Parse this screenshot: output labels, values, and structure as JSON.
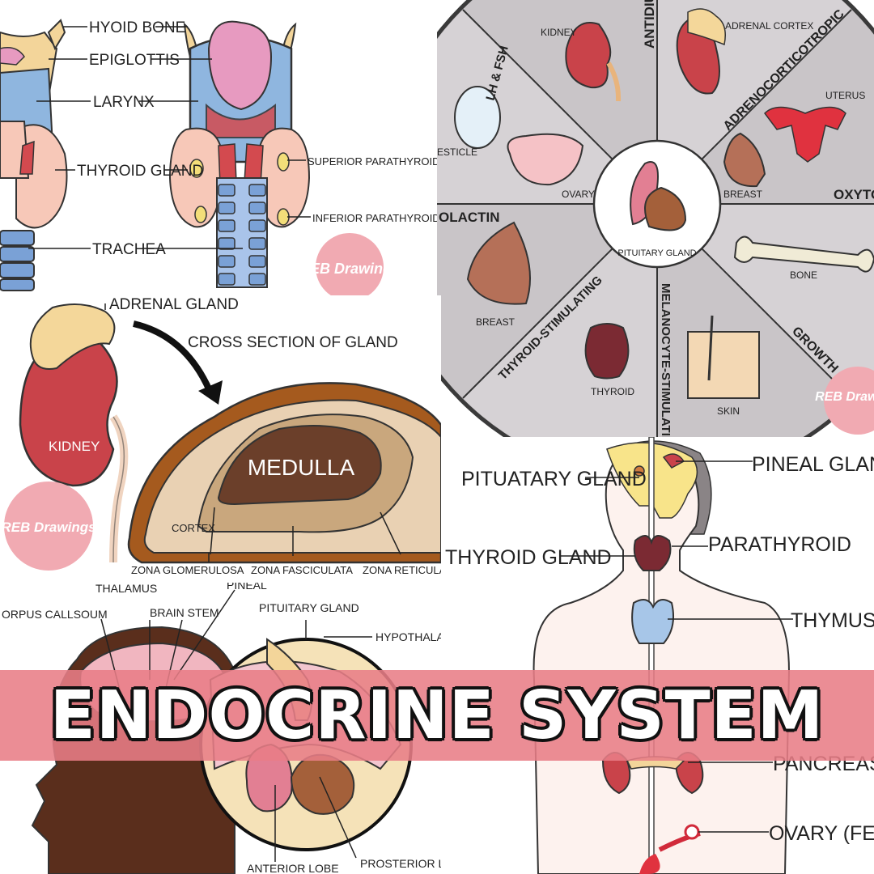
{
  "throat": {
    "labels": {
      "hyoid": "HYOID BONE",
      "epiglottis": "EPIGLOTTIS",
      "larynx": "LARYNX",
      "thyroid": "THYROID GLAND",
      "trachea": "TRACHEA",
      "superior_parathyroid": "SUPERIOR PARATHYROID GLAND",
      "inferior_parathyroid": "INFERIOR PARATHYROID GLAND"
    },
    "watermark": "REB Drawings"
  },
  "wheel": {
    "center_label": "PITUITARY GLAND",
    "sector_titles": {
      "antidiuretic": "ANTIDIUR",
      "adrenocorticotropic": "ADRENOCORTICOTROPIC",
      "oxytocin": "OXYTOC",
      "growth": "GROWTH",
      "melanocyte": "MELANOCYTE-STIMULATING",
      "thyroid_stimulating": "THYROID-STIMULATING",
      "prolactin": "OLACTIN",
      "lh_fsh": "LH & FSH"
    },
    "organ_labels": {
      "kidney": "KIDNEY",
      "adrenal_cortex": "ADRENAL CORTEX",
      "uterus": "UTERUS",
      "breast_oxy": "BREAST",
      "bone": "BONE",
      "skin": "SKIN",
      "thyroid": "THYROID",
      "breast_pro": "BREAST",
      "ovary": "OVARY",
      "testicle": "ESTICLE"
    },
    "watermark": "REB Drawi"
  },
  "adrenal": {
    "labels": {
      "adrenal_gland": "ADRENAL GLAND",
      "cross_section": "CROSS SECTION OF GLAND",
      "kidney": "KIDNEY",
      "medulla": "MEDULLA",
      "cortex": "CORTEX",
      "zona_glomerulosa": "ZONA GLOMERULOSA",
      "zona_fasciculata": "ZONA FASCICULATA",
      "zona_reticularis": "ZONA RETICULARIS"
    },
    "watermark": "REB Drawings"
  },
  "brain": {
    "labels": {
      "thalamus": "THALAMUS",
      "pineal": "PINEAL",
      "corpus": "ORPUS CALLSOUM",
      "brain_stem": "BRAIN STEM",
      "pituitary": "PITUITARY GLAND",
      "hypothalamus": "HYPOTHALA",
      "anterior_lobe": "ANTERIOR LOBE",
      "posterior_lobe": "PROSTERIOR L"
    }
  },
  "body": {
    "labels": {
      "pituitary": "PITUATARY GLAND",
      "pineal": "PINEAL GLAND",
      "thyroid": "THYROID GLAND",
      "parathyroid": "PARATHYROID",
      "thymus": "THYMUS",
      "pancreas": "PANCREAS",
      "ovary": "OVARY (FEMALE"
    }
  },
  "banner": {
    "title": "ENDOCRINE SYSTEM"
  },
  "colors": {
    "pink_banner": "#e87d86",
    "kidney_red": "#c9434a",
    "wheel_gray": "#c9c5c8",
    "cortex_tan": "#e9d1b3",
    "medulla_brown": "#6b3f2a"
  }
}
